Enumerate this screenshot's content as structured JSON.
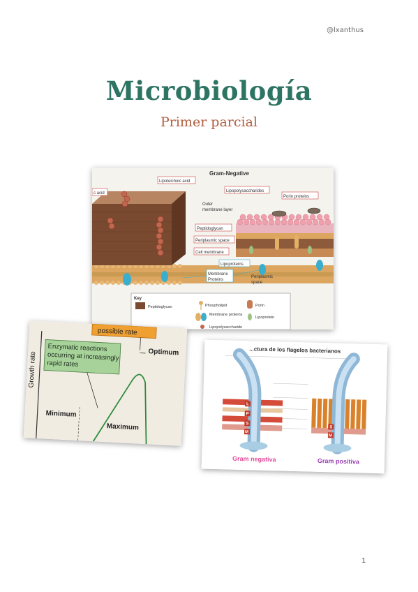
{
  "header": {
    "handle": "@lxanthus"
  },
  "cover": {
    "title": "Microbiología",
    "subtitle": "Primer parcial"
  },
  "footer": {
    "page_number": "1"
  },
  "figure_gram": {
    "title": "Gram-Negative",
    "label_acid_fragment": "c acid",
    "label_lipoteichoic": "Lipoteichoic acid",
    "label_lps": "Lipopolysaccharides",
    "label_porin_proteins": "Porin proteins",
    "label_outer_membrane": [
      "Outer",
      "membrane layer"
    ],
    "label_peptidoglycan": "Peptidoglycan",
    "label_periplasmic": "Periplasmic space",
    "label_cell_membrane": "Cell membrane",
    "label_lipoproteins": "Lipoproteins",
    "label_membrane_proteins": [
      "Membrane",
      "Proteins"
    ],
    "label_periplasmic_space": [
      "Periplasmic",
      "space"
    ],
    "key": {
      "title": "Key",
      "items": [
        "Peptidoglycan",
        "Phospholipid",
        "Porin",
        "Membrane proteins",
        "Lipoprotein",
        "Lipopolysaccharide"
      ]
    }
  },
  "figure_growth": {
    "banner": "possible rate",
    "box_text": [
      "Enzymatic reactions",
      "occurring at increasingly",
      "rapid rates"
    ],
    "y_axis": "Growth rate",
    "optimum": "Optimum",
    "minimum": "Minimum",
    "maximum": "Maximum"
  },
  "figure_flagella": {
    "title": "...ctura de los flagelos bacterianos",
    "label_negative": "Gram negativa",
    "label_positive": "Gram positiva",
    "ring_letters": [
      "L",
      "P",
      "S",
      "M"
    ],
    "colors": {
      "negative": "#e4499b",
      "positive": "#9b3fb4"
    }
  }
}
